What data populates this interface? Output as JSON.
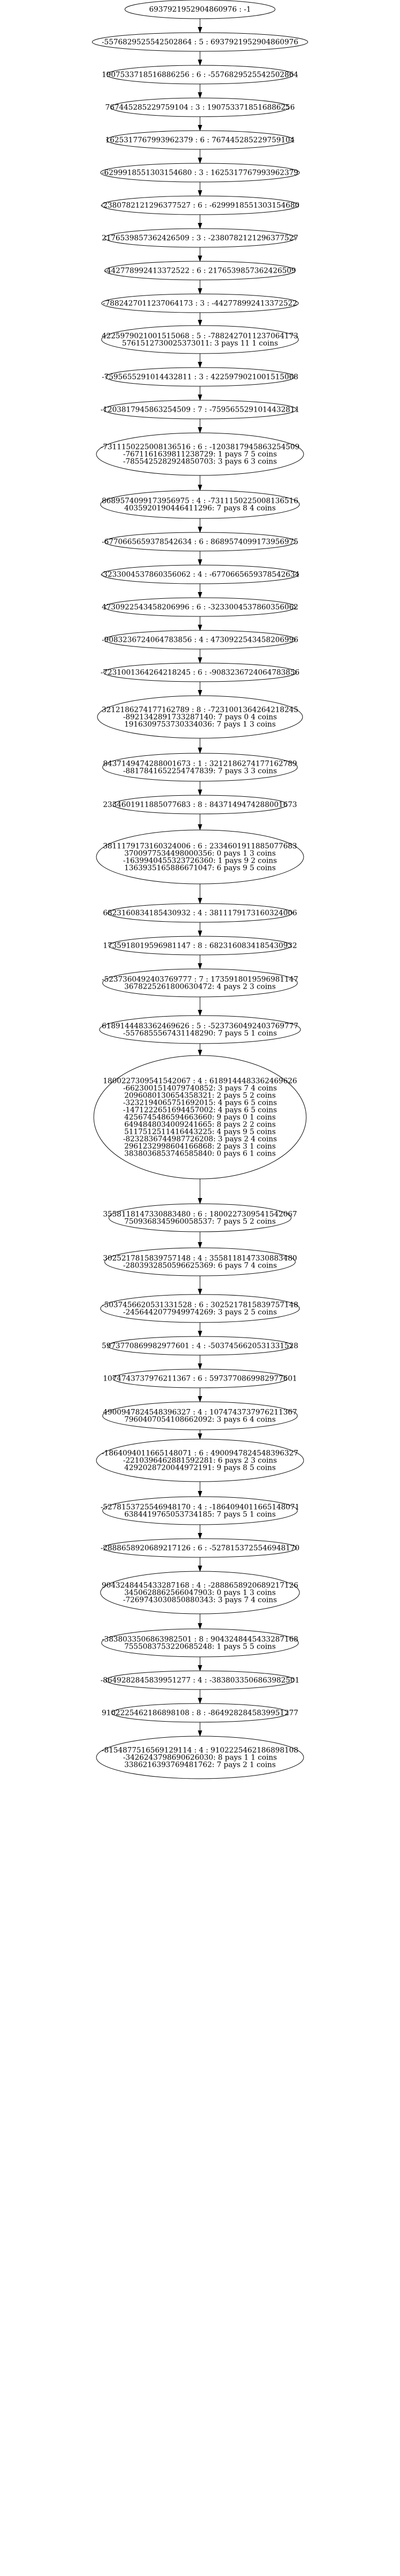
{
  "colors": {
    "stroke": "#000000",
    "background": "#ffffff",
    "text": "#000000"
  },
  "nodes": [
    {
      "shape": "ellipse",
      "lines": [
        "6937921952904860976 : -1"
      ]
    },
    {
      "shape": "ellipse",
      "lines": [
        "-5576829525542502864 : 5 : 6937921952904860976"
      ]
    },
    {
      "shape": "ellipse",
      "lines": [
        "1907533718516886256 : 6 : -5576829525542502864"
      ]
    },
    {
      "shape": "ellipse",
      "lines": [
        "767445285229759104 : 3 : 1907533718516886256"
      ]
    },
    {
      "shape": "ellipse",
      "lines": [
        "1625317767993962379 : 6 : 767445285229759104"
      ]
    },
    {
      "shape": "ellipse",
      "lines": [
        "-6299918551303154680 : 3 : 1625317767993962379"
      ]
    },
    {
      "shape": "ellipse",
      "lines": [
        "-2380782121296377527 : 6 : -6299918551303154680"
      ]
    },
    {
      "shape": "ellipse",
      "lines": [
        "2176539857362426509 : 3 : -2380782121296377527"
      ]
    },
    {
      "shape": "ellipse",
      "lines": [
        "-442778992413372522 : 6 : 2176539857362426509"
      ]
    },
    {
      "shape": "ellipse",
      "lines": [
        "-7882427011237064173 : 3 : -442778992413372522"
      ]
    },
    {
      "shape": "ellipse",
      "lines": [
        "4225979021001515068 : 5 : -7882427011237064173",
        "5761512730025373011: 3 pays 11 1 coins"
      ]
    },
    {
      "shape": "ellipse",
      "lines": [
        "-7595655291014432811 : 3 : 4225979021001515068"
      ]
    },
    {
      "shape": "ellipse",
      "lines": [
        "-1203817945863254509 : 7 : -7595655291014432811"
      ]
    },
    {
      "shape": "ellipse",
      "lines": [
        "-7311150225008136516 : 6 : -1203817945863254509",
        "-7671161639811238729: 1 pays 7 5 coins",
        "-7855425282924850703: 3 pays 6 3 coins"
      ]
    },
    {
      "shape": "ellipse",
      "lines": [
        "8689574099173956975 : 4 : -7311150225008136516",
        "4035920190446411296: 7 pays 8 4 coins"
      ]
    },
    {
      "shape": "ellipse",
      "lines": [
        "-6770665659378542634 : 6 : 8689574099173956975"
      ]
    },
    {
      "shape": "ellipse",
      "lines": [
        "-3233004537860356062 : 4 : -6770665659378542634"
      ]
    },
    {
      "shape": "ellipse",
      "lines": [
        "4730922543458206996 : 6 : -3233004537860356062"
      ]
    },
    {
      "shape": "ellipse",
      "lines": [
        "-9083236724064783856 : 4 : 4730922543458206996"
      ]
    },
    {
      "shape": "ellipse",
      "lines": [
        "-7231001364264218245 : 6 : -9083236724064783856"
      ]
    },
    {
      "shape": "ellipse",
      "lines": [
        "3212186274177162789 : 8 : -7231001364264218245",
        "-8921342891733287140: 7 pays 0 4 coins",
        "1916309753730334036: 7 pays 1 3 coins"
      ]
    },
    {
      "shape": "ellipse",
      "lines": [
        "8437149474288001673 : 1 : 3212186274177162789",
        "-8817841652254747839: 7 pays 3 3 coins"
      ]
    },
    {
      "shape": "ellipse",
      "lines": [
        "2334601911885077683 : 8 : 8437149474288001673"
      ]
    },
    {
      "shape": "ellipse",
      "lines": [
        "3811179173160324006 : 6 : 2334601911885077683",
        "3700977534498000356: 0 pays 1 3 coins",
        "-1639940455323726360: 1 pays 9 2 coins",
        "1363935165886671047: 6 pays 9 5 coins"
      ]
    },
    {
      "shape": "ellipse",
      "lines": [
        "6823160834185430932 : 4 : 3811179173160324006"
      ]
    },
    {
      "shape": "ellipse",
      "lines": [
        "1735918019596981147 : 8 : 6823160834185430932"
      ]
    },
    {
      "shape": "ellipse",
      "lines": [
        "-5237360492403769777 : 7 : 1735918019596981147",
        "3678225261800630472: 4 pays 2 3 coins"
      ]
    },
    {
      "shape": "ellipse",
      "lines": [
        "6189144483362469626 : 5 : -5237360492403769777",
        "-5576855567431148290: 7 pays 5 1 coins"
      ]
    },
    {
      "shape": "ellipse",
      "lines": [
        "1800227309541542067 : 4 : 6189144483362469626",
        "-6623001514079740852: 3 pays 7 4 coins",
        "2096080130654358321: 2 pays 5 2 coins",
        "-3232194065751692015: 4 pays 6 5 coins",
        "-1471222651694457002: 4 pays 6 5 coins",
        "4256745486594663660: 9 pays 0 1 coins",
        "6494848034009241665: 8 pays 2 2 coins",
        "5117512511416443225: 4 pays 9 5 coins",
        "-8232836744987726208: 3 pays 2 4 coins",
        "2961232998604166868: 2 pays 3 1 coins",
        "3838036853746585840: 0 pays 6 1 coins"
      ]
    },
    {
      "shape": "ellipse",
      "lines": [
        "3558118147330883480 : 6 : 1800227309541542067",
        "7509368345960058537: 7 pays 5 2 coins"
      ]
    },
    {
      "shape": "ellipse",
      "lines": [
        "3025217815839757148 : 4 : 3558118147330883480",
        "-2803932850596625369: 6 pays 7 4 coins"
      ]
    },
    {
      "shape": "ellipse",
      "lines": [
        "-5037456620531331528 : 6 : 3025217815839757148",
        "-2456442077949974269: 3 pays 2 5 coins"
      ]
    },
    {
      "shape": "ellipse",
      "lines": [
        "5973770869982977601 : 4 : -5037456620531331528"
      ]
    },
    {
      "shape": "ellipse",
      "lines": [
        "1074743737976211367 : 6 : 5973770869982977601"
      ]
    },
    {
      "shape": "ellipse",
      "lines": [
        "4900947824548396327 : 4 : 1074743737976211367",
        "7960407054108662092: 3 pays 6 4 coins"
      ]
    },
    {
      "shape": "ellipse",
      "lines": [
        "-1864094011665148071 : 6 : 4900947824548396327",
        "-2210396462881592281: 6 pays 2 3 coins",
        "4292028720044972191: 9 pays 8 5 coins"
      ]
    },
    {
      "shape": "ellipse",
      "lines": [
        "-5278153725546948170 : 4 : -1864094011665148071",
        "6384419765053734185: 7 pays 5 1 coins"
      ]
    },
    {
      "shape": "ellipse",
      "lines": [
        "-2888658920689217126 : 6 : -5278153725546948170"
      ]
    },
    {
      "shape": "ellipse",
      "lines": [
        "9043248445433287168 : 4 : -2888658920689217126",
        "3450628862566047903: 0 pays 1 3 coins",
        "-7269743030850880343: 3 pays 7 4 coins"
      ]
    },
    {
      "shape": "ellipse",
      "lines": [
        "-3838033506863982501 : 8 : 9043248445433287168",
        "7555083753220685248: 1 pays 5 5 coins"
      ]
    },
    {
      "shape": "ellipse",
      "lines": [
        "-8649282845839951277 : 4 : -3838033506863982501"
      ]
    },
    {
      "shape": "ellipse",
      "lines": [
        "9102225462186898108 : 8 : -8649282845839951277"
      ]
    },
    {
      "shape": "ellipse",
      "lines": [
        "-8154877516569129114 : 4 : 9102225462186898108",
        "-3426243798690626030: 8 pays 1 1 coins",
        "3386216393769481762: 7 pays 2 1 coins"
      ]
    }
  ]
}
